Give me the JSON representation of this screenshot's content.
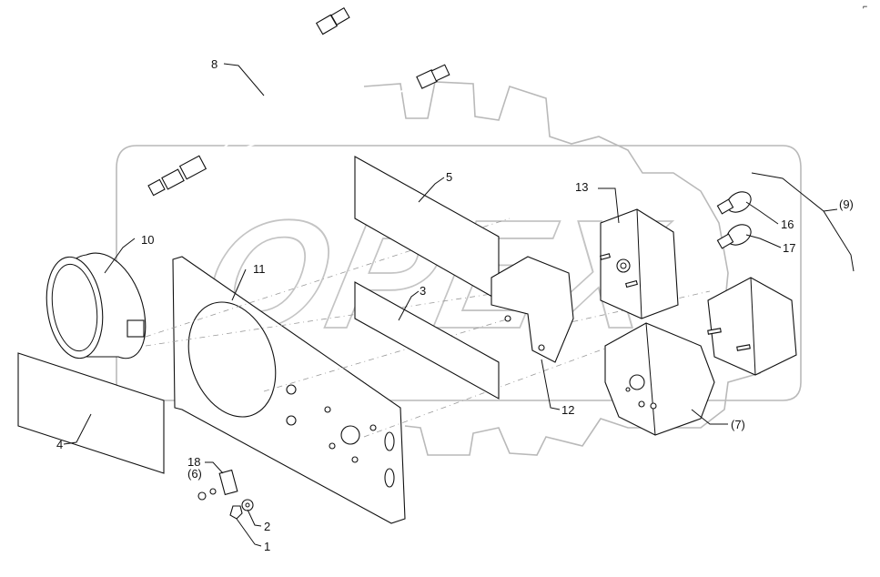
{
  "diagram": {
    "watermark": "OPEX",
    "corner_mark": "⌐",
    "callouts": [
      {
        "id": "c1",
        "text": "1"
      },
      {
        "id": "c2",
        "text": "2"
      },
      {
        "id": "c3",
        "text": "3"
      },
      {
        "id": "c4",
        "text": "4"
      },
      {
        "id": "c5",
        "text": "5"
      },
      {
        "id": "c6",
        "text": "(6)"
      },
      {
        "id": "c7",
        "text": "(7)"
      },
      {
        "id": "c8",
        "text": "8"
      },
      {
        "id": "c9",
        "text": "(9)"
      },
      {
        "id": "c10",
        "text": "10"
      },
      {
        "id": "c11",
        "text": "11"
      },
      {
        "id": "c12",
        "text": "12"
      },
      {
        "id": "c13",
        "text": "13"
      },
      {
        "id": "c16",
        "text": "16"
      },
      {
        "id": "c17",
        "text": "17"
      },
      {
        "id": "c18",
        "text": "18"
      }
    ]
  }
}
